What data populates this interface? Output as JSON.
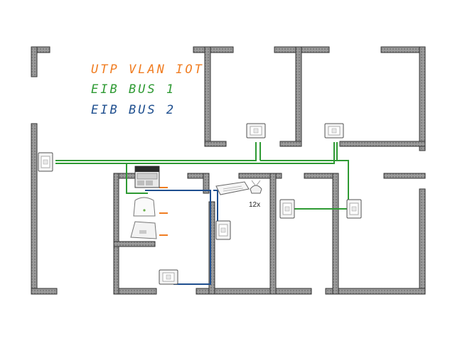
{
  "legend": {
    "items": [
      {
        "label": "UTP VLAN IOT",
        "color": "#F07D22"
      },
      {
        "label": "EIB BUS 1",
        "color": "#2E9A33"
      },
      {
        "label": "EIB BUS 2",
        "color": "#1F4F8F"
      }
    ]
  },
  "labels": {
    "sensor_count": "12x"
  },
  "colors": {
    "wall_fill": "#8a8a8a",
    "wall_edge": "#333333",
    "utp": "#F07D22",
    "eib1": "#2E9A33",
    "eib2": "#1F4F8F"
  },
  "devices": [
    "wall-switch",
    "din-rail-controller",
    "wifi-access-point",
    "network-switch",
    "dimmer-module",
    "ceiling-sensor"
  ]
}
